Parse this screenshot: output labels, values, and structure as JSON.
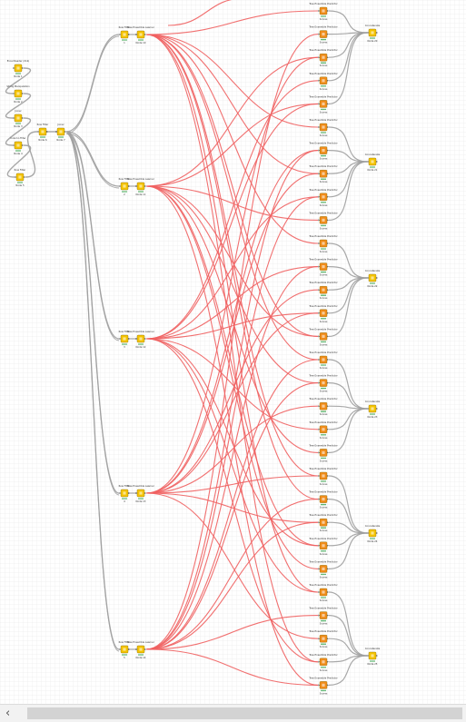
{
  "canvas": {
    "grid": true,
    "colors": {
      "background": "#ffffff",
      "grid": "#e6e6e6",
      "connection_gray": "#9e9e9e",
      "connection_red": "#f06060",
      "node_yellow": "#f5c400",
      "node_orange": "#f08c1a",
      "status_green": "#2ea043",
      "status_red": "#d32f2f"
    }
  },
  "workflow": {
    "input_chain": [
      {
        "title": "Excel Reader (XLS)",
        "footer": "Node 1"
      },
      {
        "title": "String Manipulation",
        "footer": "Node 2"
      },
      {
        "title": "Joiner",
        "footer": "Node 3"
      },
      {
        "title": "Column Filter",
        "footer": "Node 4"
      },
      {
        "title": "Row Filter",
        "footer": "Node 5"
      }
    ],
    "split_nodes": [
      {
        "title": "Row Filter",
        "footer": "Node 6"
      },
      {
        "title": "Joiner",
        "footer": "Node 7"
      }
    ],
    "branch_rows": [
      {
        "filter_title": "Row Filter",
        "filter_footer": "1",
        "learner_title": "Tree Ensemble Learner",
        "learner_footer": "Node 10"
      },
      {
        "filter_title": "Row Filter",
        "filter_footer": "2",
        "learner_title": "Tree Ensemble Learner",
        "learner_footer": "Node 11"
      },
      {
        "filter_title": "Row Filter",
        "filter_footer": "3",
        "learner_title": "Tree Ensemble Learner",
        "learner_footer": "Node 12"
      },
      {
        "filter_title": "Row Filter",
        "filter_footer": "4",
        "learner_title": "Tree Ensemble Learner",
        "learner_footer": "Node 13"
      },
      {
        "filter_title": "Row Filter",
        "filter_footer": "5",
        "learner_title": "Tree Ensemble Learner",
        "learner_footer": "Node 14"
      }
    ],
    "predictor_groups": [
      {
        "predictor_title": "Tree Ensemble Predictor",
        "predictor_footer": "Scores",
        "joiner_title": "Concatenate",
        "joiner_footer": "Node 20"
      },
      {
        "predictor_title": "Tree Ensemble Predictor",
        "predictor_footer": "Scores",
        "joiner_title": "Concatenate",
        "joiner_footer": "Node 21"
      },
      {
        "predictor_title": "Tree Ensemble Predictor",
        "predictor_footer": "Scores",
        "joiner_title": "Concatenate",
        "joiner_footer": "Node 22"
      },
      {
        "predictor_title": "Tree Ensemble Predictor",
        "predictor_footer": "Scores",
        "joiner_title": "Concatenate",
        "joiner_footer": "Node 23"
      },
      {
        "predictor_title": "Tree Ensemble Predictor",
        "predictor_footer": "Scores",
        "joiner_title": "Concatenate",
        "joiner_footer": "Node 24"
      },
      {
        "predictor_title": "Tree Ensemble Predictor",
        "predictor_footer": "Scores",
        "joiner_title": "Concatenate",
        "joiner_footer": "Node 25"
      }
    ]
  },
  "scrollbar": {
    "icon": "chevron-left-icon",
    "icon_glyph": "‹"
  }
}
